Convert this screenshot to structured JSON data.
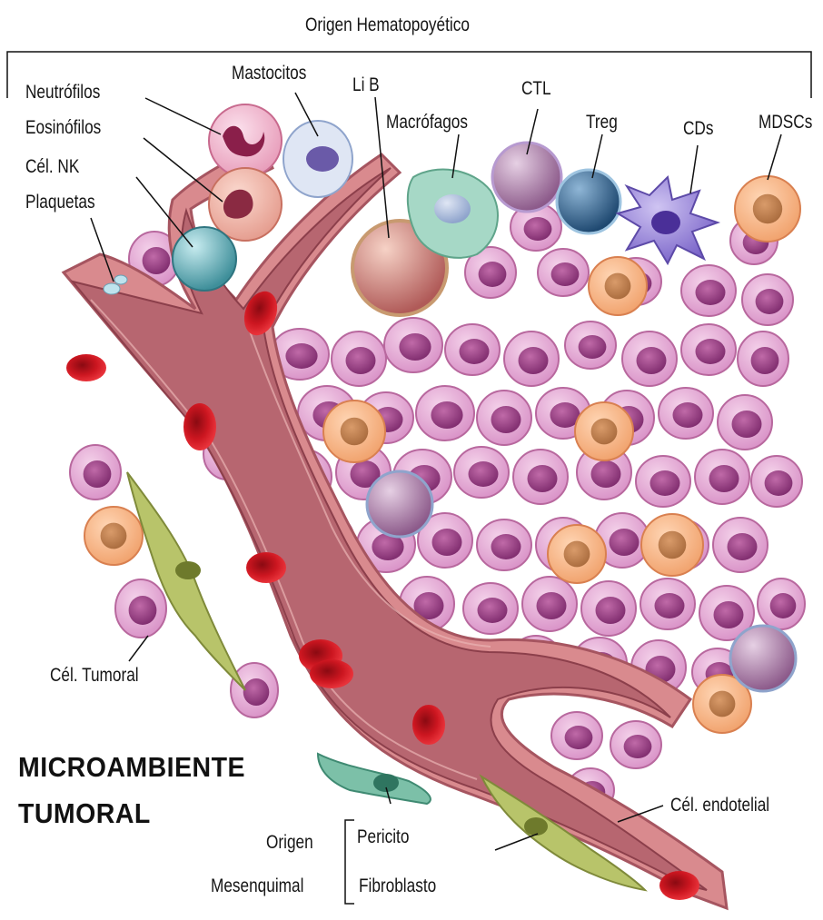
{
  "title": {
    "line1": "MICROAMBIENTE",
    "line2": "TUMORAL"
  },
  "groups": {
    "hematopoietic": "Origen Hematopoyético",
    "mesenchymal_line1": "Origen",
    "mesenchymal_line2": "Mesenquimal"
  },
  "labels": {
    "neutrofilos": "Neutrófilos",
    "eosinofilos": "Eosinófilos",
    "cel_nk": "Cél. NK",
    "plaquetas": "Plaquetas",
    "mastocitos": "Mastocitos",
    "li_b": "Li B",
    "macrofagos": "Macrófagos",
    "ctl": "CTL",
    "treg": "Treg",
    "cds": "CDs",
    "mdscs": "MDSCs",
    "cel_tumoral": "Cél. Tumoral",
    "cel_endotelial": "Cél. endotelial",
    "pericito": "Pericito",
    "fibroblasto": "Fibroblasto"
  },
  "colors": {
    "tumor_cell": "#e6a8d6",
    "tumor_nucleus": "#9c3f86",
    "mdsc": "#f6b07e",
    "vessel_wall": "#d98a8e",
    "vessel_lumen": "#b05e66",
    "red_blood_cell": "#d1151f",
    "nk_cell": "#6fb0b8",
    "treg": "#2f5d86",
    "dendritic": "#8a7ad3",
    "fibroblast": "#b8c46a",
    "pericyte": "#7cc0a8"
  }
}
